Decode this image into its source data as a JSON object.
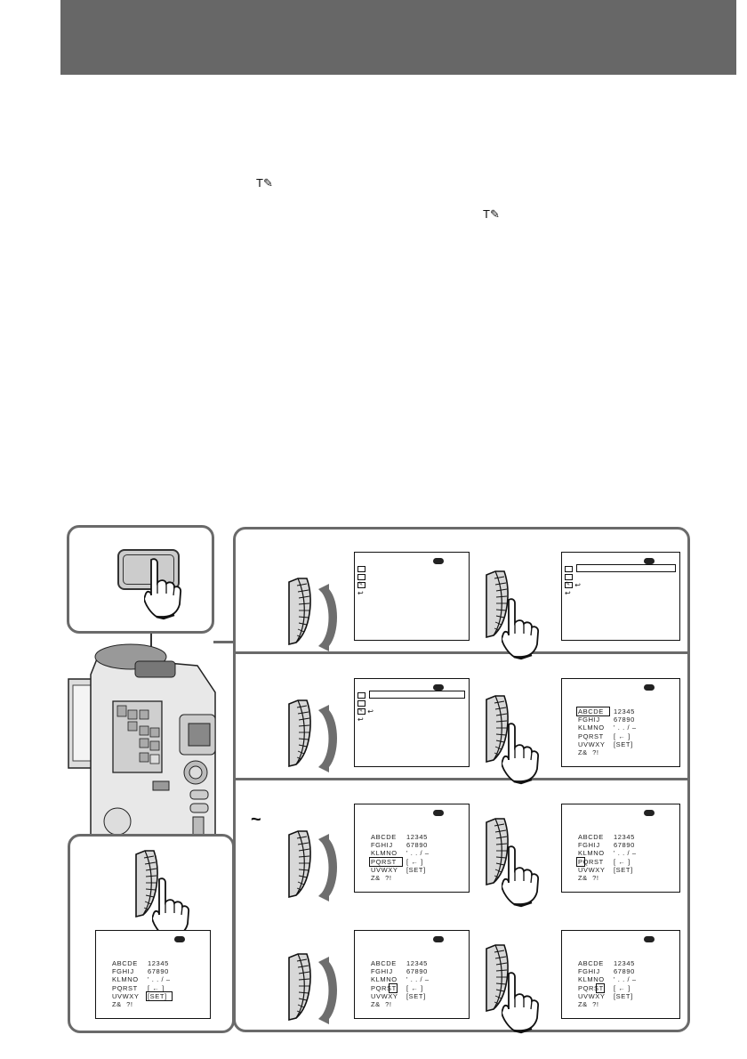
{
  "page": {
    "header_band_color": "#676767",
    "body_icons": [
      {
        "name": "title-pencil-icon",
        "glyph": "T✎"
      },
      {
        "name": "title-pencil-icon",
        "glyph": "T✎"
      }
    ]
  },
  "illustration": {
    "step_marker": "~",
    "battery_icon": "battery-icon",
    "menu_icons": [
      "folder-icon",
      "folder-up-icon",
      "title-pencil-icon",
      "return-icon"
    ],
    "char_grid": [
      {
        "letters": "ABCDE",
        "symbols": "12345"
      },
      {
        "letters": "FGHIJ",
        "symbols": "67890"
      },
      {
        "letters": "KLMNO",
        "symbols": "' . . / –"
      },
      {
        "letters": "PQRST",
        "symbols": "[ ← ]"
      },
      {
        "letters": "UVWXY",
        "symbols": "[SET]"
      },
      {
        "letters": "Z&  ?!",
        "symbols": ""
      }
    ],
    "screens": [
      {
        "id": "s1",
        "type": "menu",
        "highlight": "none"
      },
      {
        "id": "s2",
        "type": "menu",
        "highlight": "title-bar"
      },
      {
        "id": "s3",
        "type": "menu",
        "highlight": "title-bar"
      },
      {
        "id": "s4",
        "type": "grid",
        "highlight": "ABCDE"
      },
      {
        "id": "s5",
        "type": "grid",
        "highlight": "PQRST"
      },
      {
        "id": "s6",
        "type": "grid",
        "highlight": "P"
      },
      {
        "id": "s7",
        "type": "grid",
        "highlight": "S"
      },
      {
        "id": "s8",
        "type": "grid",
        "highlight": "S"
      },
      {
        "id": "s9",
        "type": "grid",
        "highlight": "[SET]"
      }
    ]
  }
}
